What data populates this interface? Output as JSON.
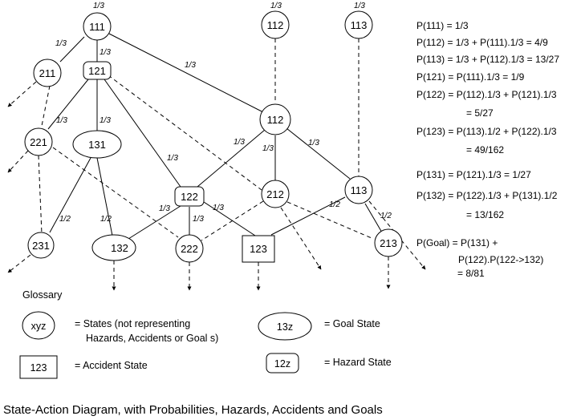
{
  "nodes": {
    "n111": "111",
    "n112top": "112",
    "n113top": "113",
    "n211": "211",
    "n121": "121",
    "n221": "221",
    "n131": "131",
    "n112mid": "112",
    "n122": "122",
    "n212": "212",
    "n113mid": "113",
    "n231": "231",
    "n132": "132",
    "n222": "222",
    "n123": "123",
    "n213": "213"
  },
  "edge_labels": {
    "e111": "1/3",
    "e112": "1/3",
    "e113": "1/3",
    "e111_211": "1/3",
    "e111_121": "1/3",
    "e111_112": "1/3",
    "e121_221": "1/3",
    "e121_131": "1/3",
    "e121_122": "1/3",
    "e112_122": "1/3",
    "e112_212": "1/3",
    "e112_113": "1/3",
    "e131_231": "1/2",
    "e131_132": "1/2",
    "e122_132": "1/3",
    "e122_222": "1/3",
    "e122_123": "1/3",
    "e113_123": "1/2",
    "e113_213": "1/2"
  },
  "equations": [
    "P(111) = 1/3",
    "P(112) = 1/3 + P(111).1/3 = 4/9",
    "P(113) = 1/3 + P(112).1/3 = 13/27",
    "P(121) =  P(111).1/3 = 1/9",
    "P(122) =  P(112).1/3 + P(121).1/3",
    "= 5/27",
    "P(123) =  P(113).1/2 + P(122).1/3",
    "= 49/162",
    "P(131) =  P(121).1/3  = 1/27",
    "P(132) =  P(122).1/3 + P(131).1/2",
    "= 13/162",
    "P(Goal) = P(131) +",
    "P(122).P(122->132)",
    "= 8/81"
  ],
  "glossary": {
    "title": "Glossary",
    "state_symbol": "xyz",
    "state_desc_1": "=  States (not representing",
    "state_desc_2": "Hazards, Accidents or Goal s)",
    "goal_symbol": "13z",
    "goal_desc": "= Goal State",
    "accident_symbol": "123",
    "accident_desc": "= Accident State",
    "hazard_symbol": "12z",
    "hazard_desc": "=  Hazard State"
  },
  "caption": "State-Action Diagram, with Probabilities, Hazards, Accidents and Goals"
}
